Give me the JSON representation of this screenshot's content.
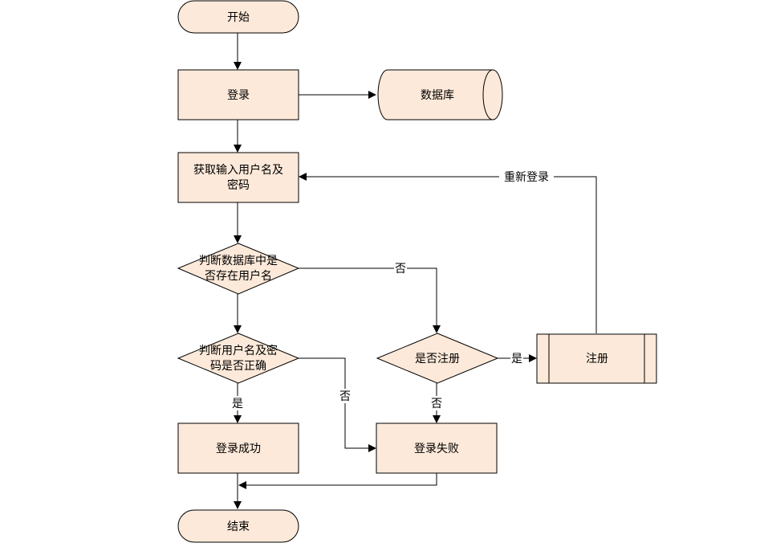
{
  "nodes": {
    "start": "开始",
    "login": "登录",
    "database": "数据库",
    "get_input_line1": "获取输入用户名及",
    "get_input_line2": "密码",
    "check_user_line1": "判断数据库中是",
    "check_user_line2": "否存在用户名",
    "check_pwd_line1": "判断用户名及密",
    "check_pwd_line2": "码是否正确",
    "register_q": "是否注册",
    "register": "注册",
    "login_success": "登录成功",
    "login_fail": "登录失败",
    "end": "结束"
  },
  "edges": {
    "relogin": "重新登录",
    "no_user_exists": "否",
    "yes_register": "是",
    "no_pwd": "否",
    "yes_pwd": "是",
    "no_register": "否"
  },
  "colors": {
    "fill": "#fde9d9",
    "stroke": "#000000"
  }
}
